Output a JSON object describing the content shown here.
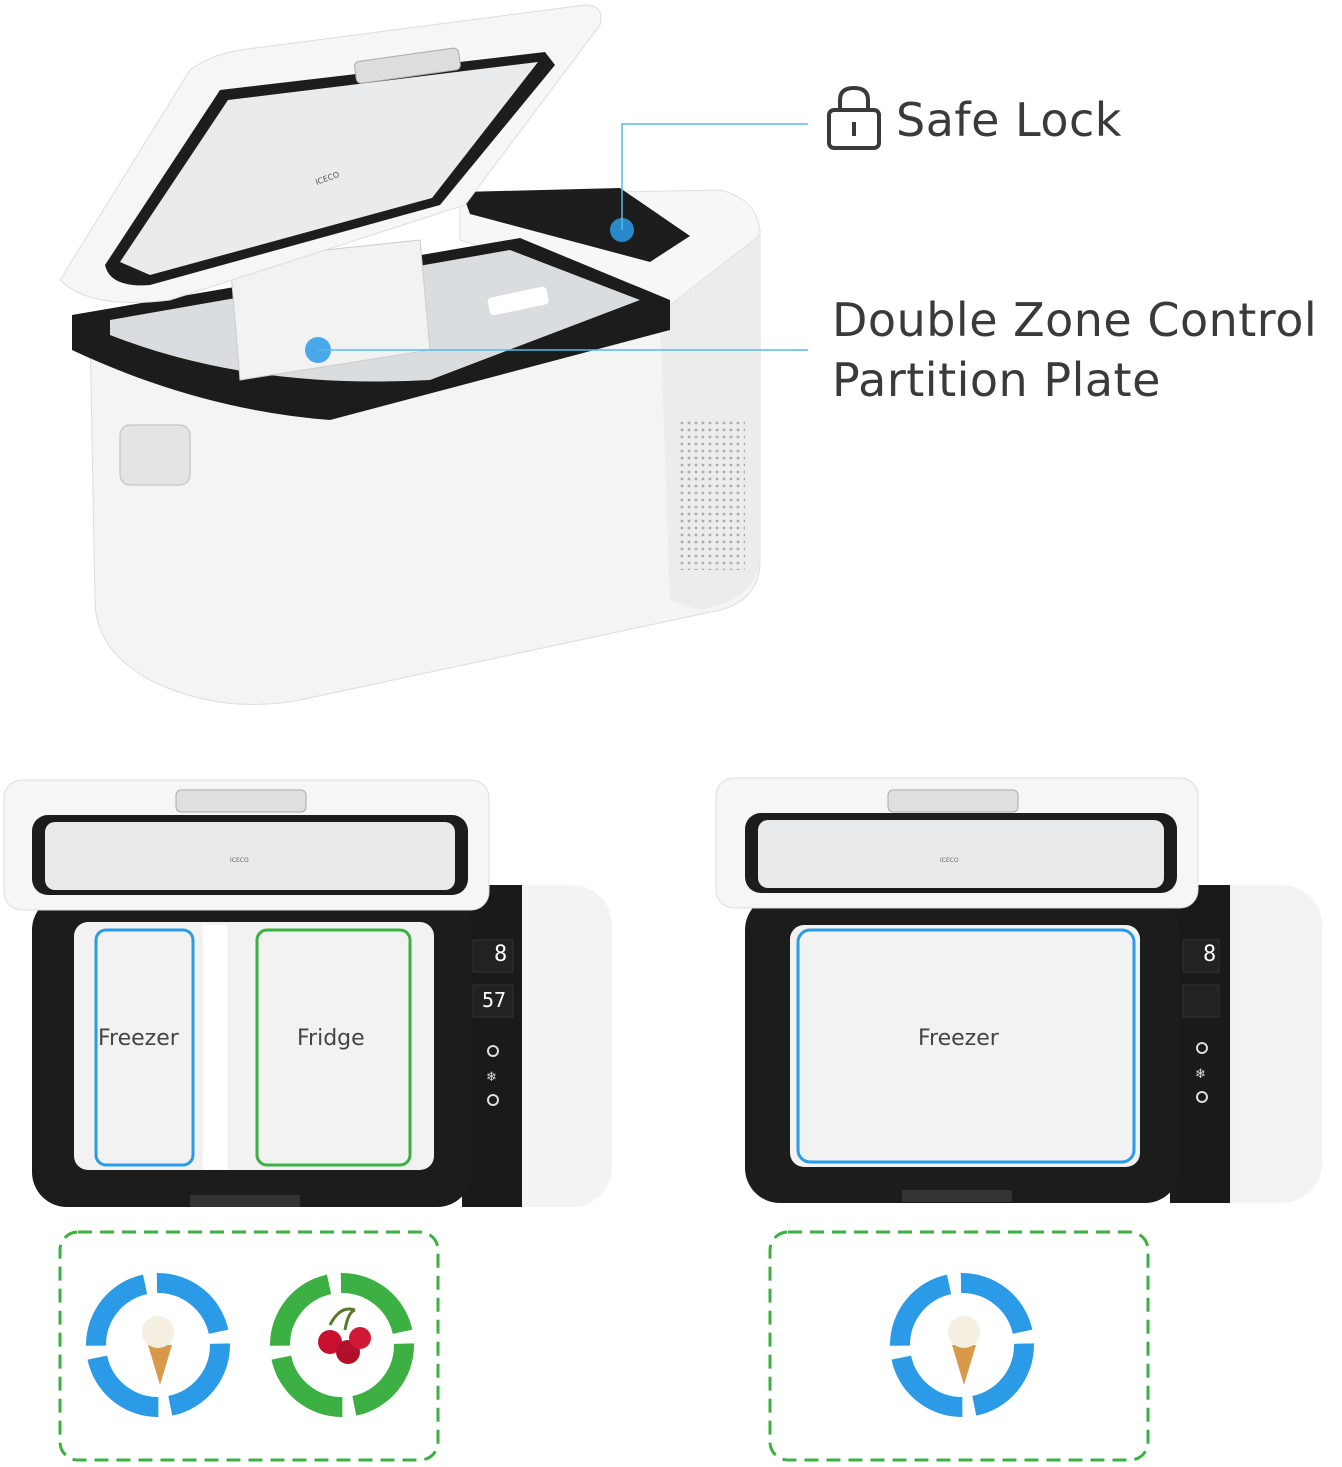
{
  "brand_logo": "ICECO",
  "callouts": {
    "safe_lock": "Safe Lock",
    "double_zone_line1": "Double Zone Control",
    "double_zone_line2": "Partition Plate"
  },
  "dual_zone_view": {
    "left_zone": "Freezer",
    "right_zone": "Fridge",
    "display_top": "8",
    "display_bottom": "57"
  },
  "single_zone_view": {
    "zone": "Freezer",
    "display_top": "8"
  },
  "colors": {
    "freezer_blue": "#2b9be8",
    "fridge_green": "#3cb043",
    "callout_line": "#5bb8e6",
    "body_black": "#1c1c1c"
  },
  "icons": [
    "lock-icon",
    "power-icon",
    "snowflake-icon",
    "lock-button-icon",
    "ice-cream-icon",
    "cherry-icon",
    "recycle-arrows-icon"
  ]
}
